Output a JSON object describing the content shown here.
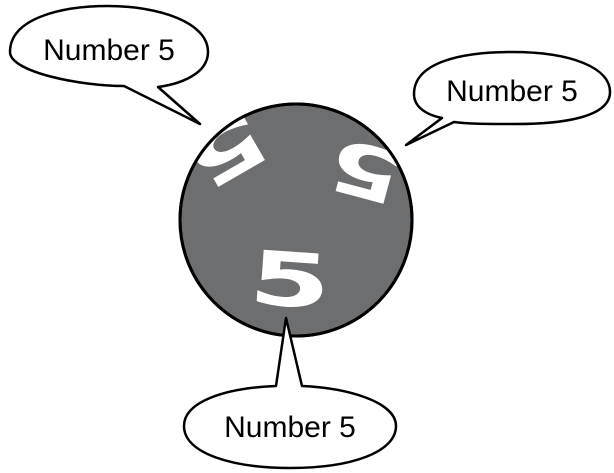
{
  "colors": {
    "background": "#ffffff",
    "ball_fill": "#6d6e70",
    "outline": "#000000",
    "digit": "#ffffff",
    "bubble_fill": "#ffffff"
  },
  "ball": {
    "digits": [
      {
        "text": "5"
      },
      {
        "text": "5"
      },
      {
        "text": "5"
      }
    ]
  },
  "callouts": [
    {
      "label": "Number 5"
    },
    {
      "label": "Number 5"
    },
    {
      "label": "Number 5"
    }
  ]
}
